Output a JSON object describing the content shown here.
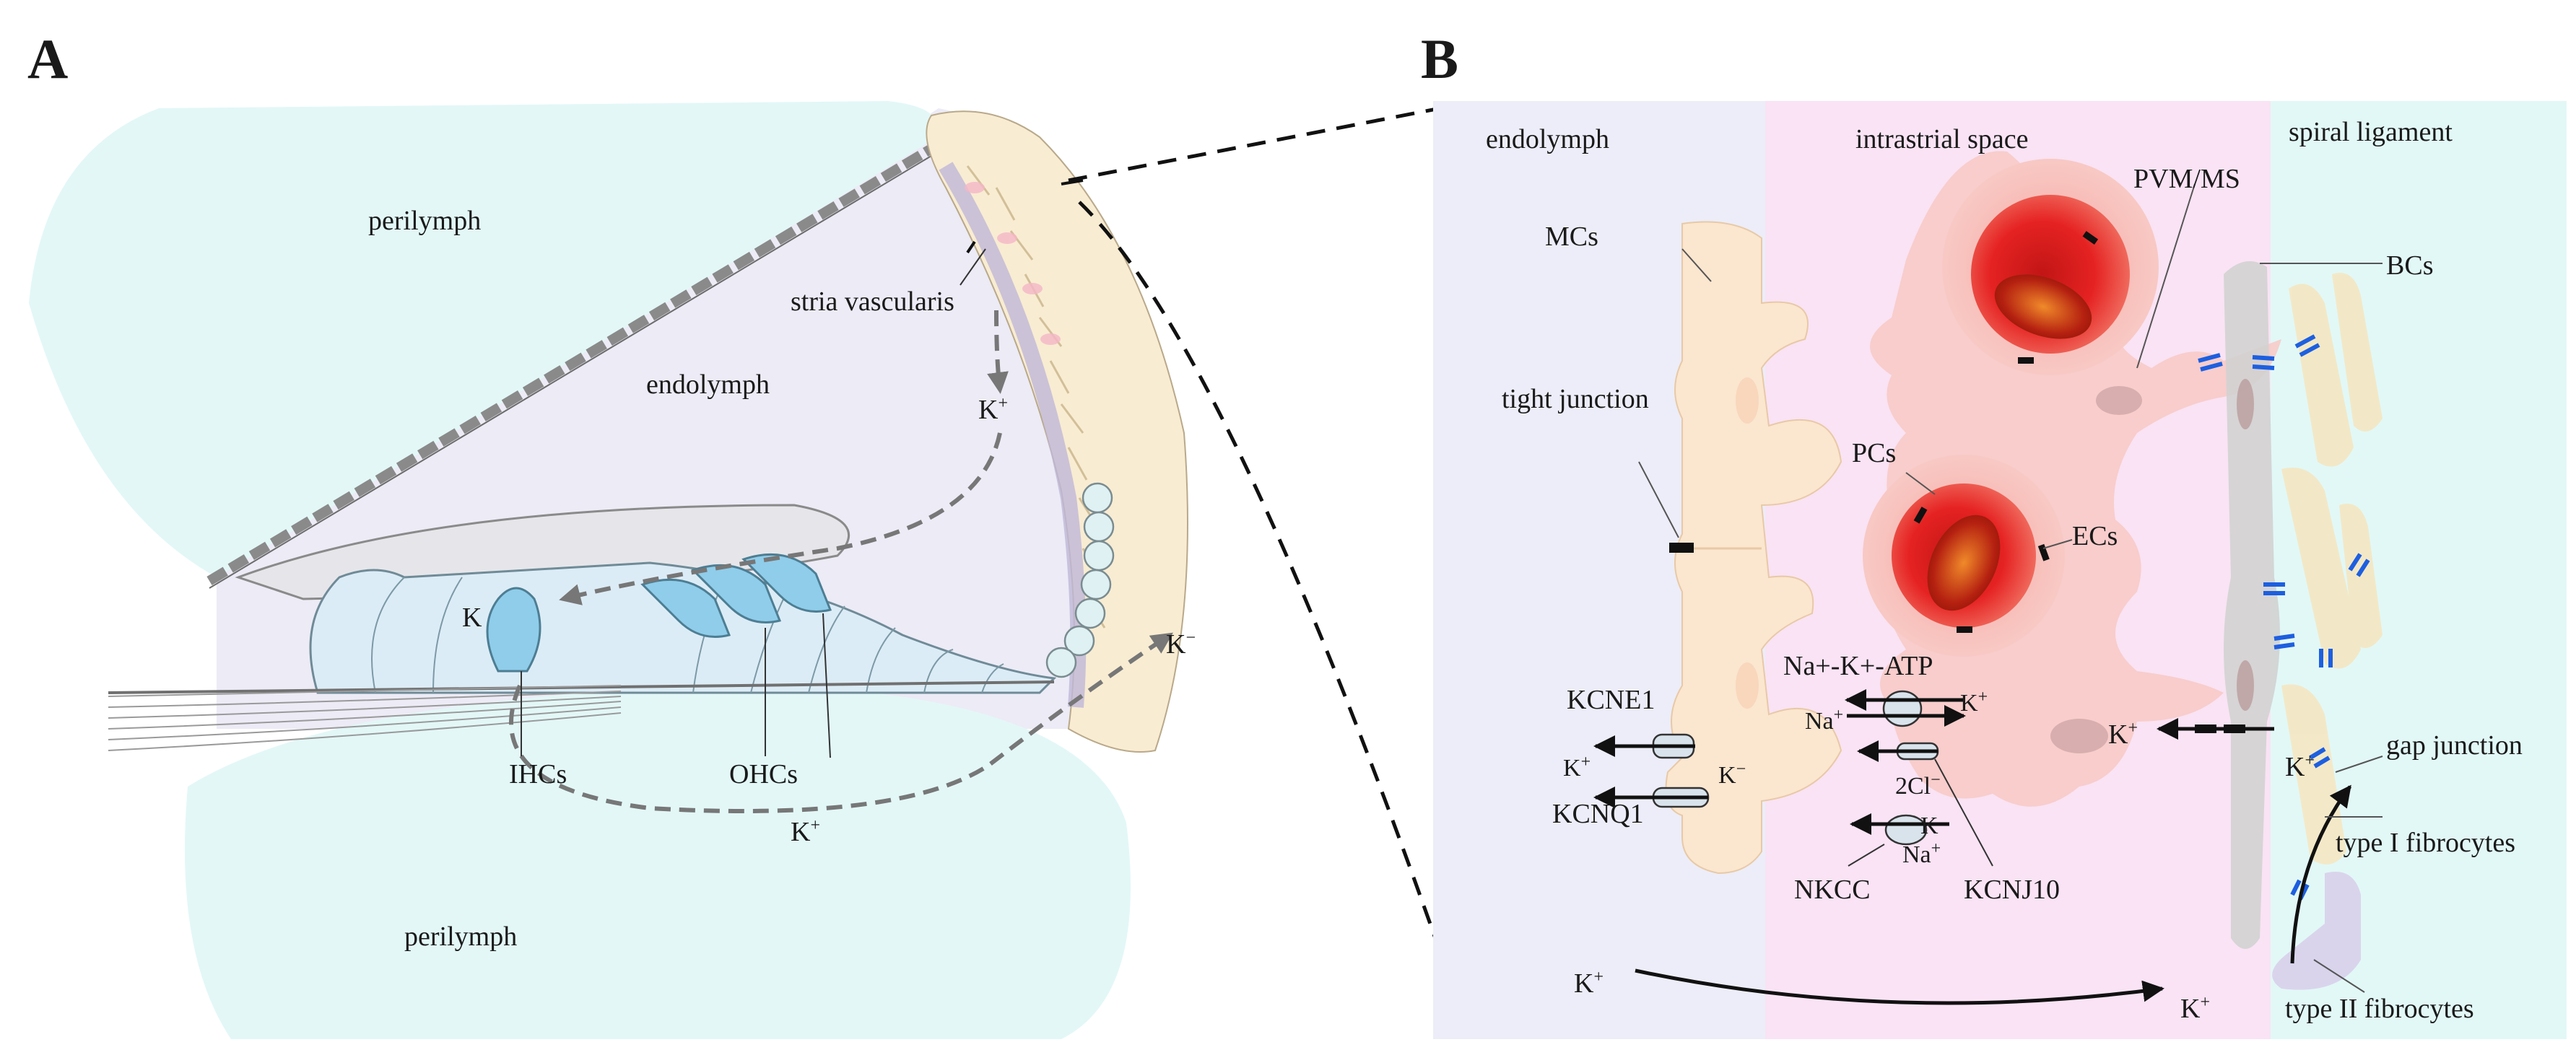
{
  "panel_a": {
    "letter": "A",
    "labels": {
      "perilymph_top": "perilymph",
      "perilymph_bottom": "perilymph",
      "endolymph": "endolymph",
      "stria_vascularis": "stria vascularis",
      "k_upper": "K",
      "k_upper_sup": "+",
      "k_hair": "K",
      "k_right": "K",
      "k_right_sup": "−",
      "k_bottom": "K",
      "k_bottom_sup": "+",
      "ihcs": "IHCs",
      "ohcs": "OHCs"
    }
  },
  "panel_b": {
    "letter": "B",
    "regions": {
      "endolymph": "endolymph",
      "intrastrial": "intrastrial space",
      "spiral_ligament": "spiral ligament"
    },
    "cells": {
      "mcs": "MCs",
      "pvm": "PVM/MS",
      "bcs": "BCs",
      "pcs": "PCs",
      "ecs": "ECs",
      "tight_junction": "tight junction",
      "gap_junction": "gap junction",
      "type1": "type I fibrocytes",
      "type2": "type II fibrocytes"
    },
    "transporters": {
      "atpase": "Na+-K+-ATP",
      "kcne1": "KCNE1",
      "kcnq1": "KCNQ1",
      "kcnj10": "KCNJ10",
      "nkcc": "NKCC"
    },
    "ions": {
      "na": "Na",
      "na_sup": "+",
      "k": "K",
      "k_sup": "+",
      "k_minus_sup": "−",
      "cl2": "2Cl",
      "cl_sup": "−"
    }
  },
  "colors": {
    "perilymph": "#e3f7f7",
    "endolymph_a": "#ecebf6",
    "stria_band": "#f8ecd2",
    "endolymph_b": "#ecedf8",
    "intrastrial": "#f9e3f4",
    "spiral_ligament": "#e2f8f6",
    "mc_cell": "#fbe6cf",
    "vessel_red": "#e21b1b",
    "gap_blue": "#1d5fe0",
    "hair_cell_blue": "#8fcdea"
  }
}
